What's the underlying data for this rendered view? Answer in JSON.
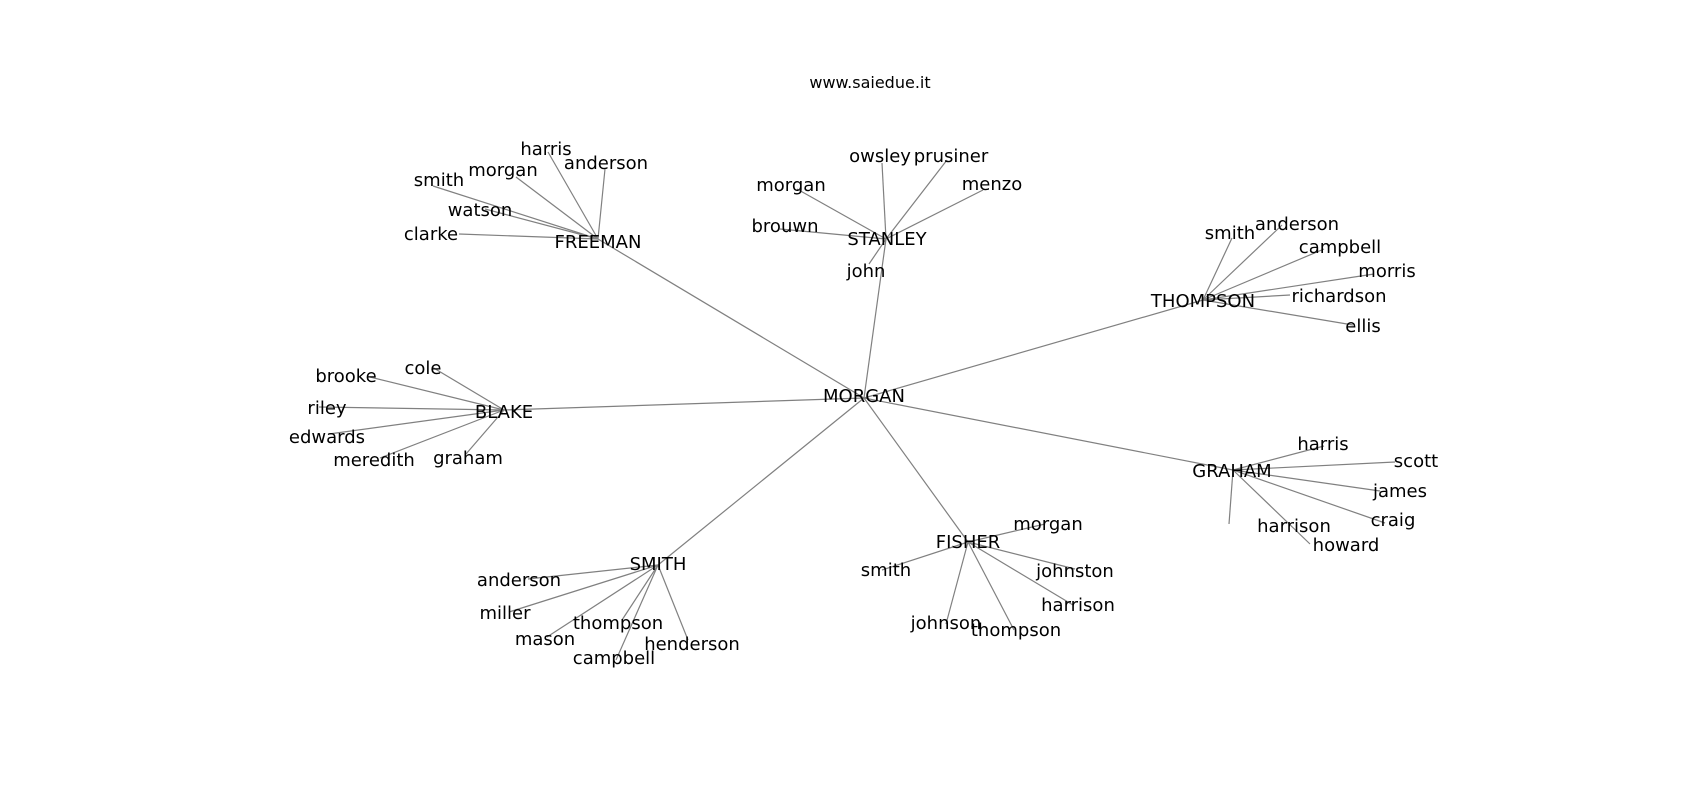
{
  "title": "www.saiedue.it",
  "center": "MORGAN",
  "colors": {
    "edge": "#808080",
    "text": "#000000",
    "background": "#ffffff"
  },
  "groups": [
    {
      "id": "freeman",
      "name": "FREEMAN",
      "children": [
        "harris",
        "anderson",
        "morgan",
        "smith",
        "watson",
        "clarke"
      ]
    },
    {
      "id": "stanley",
      "name": "STANLEY",
      "children": [
        "owsley",
        "prusiner",
        "morgan",
        "menzo",
        "brouwn",
        "john"
      ]
    },
    {
      "id": "thompson",
      "name": "THOMPSON",
      "children": [
        "smith",
        "anderson",
        "campbell",
        "morris",
        "richardson",
        "ellis"
      ]
    },
    {
      "id": "blake",
      "name": "BLAKE",
      "children": [
        "cole",
        "brooke",
        "riley",
        "edwards",
        "meredith",
        "graham"
      ]
    },
    {
      "id": "graham",
      "name": "GRAHAM",
      "children": [
        "harris",
        "scott",
        "james",
        "craig",
        "harrison",
        "howard"
      ]
    },
    {
      "id": "fisher",
      "name": "FISHER",
      "children": [
        "morgan",
        "smith",
        "johnston",
        "harrison",
        "johnson",
        "thompson"
      ]
    },
    {
      "id": "smith",
      "name": "SMITH",
      "children": [
        "anderson",
        "miller",
        "mason",
        "thompson",
        "campbell",
        "henderson"
      ]
    }
  ]
}
